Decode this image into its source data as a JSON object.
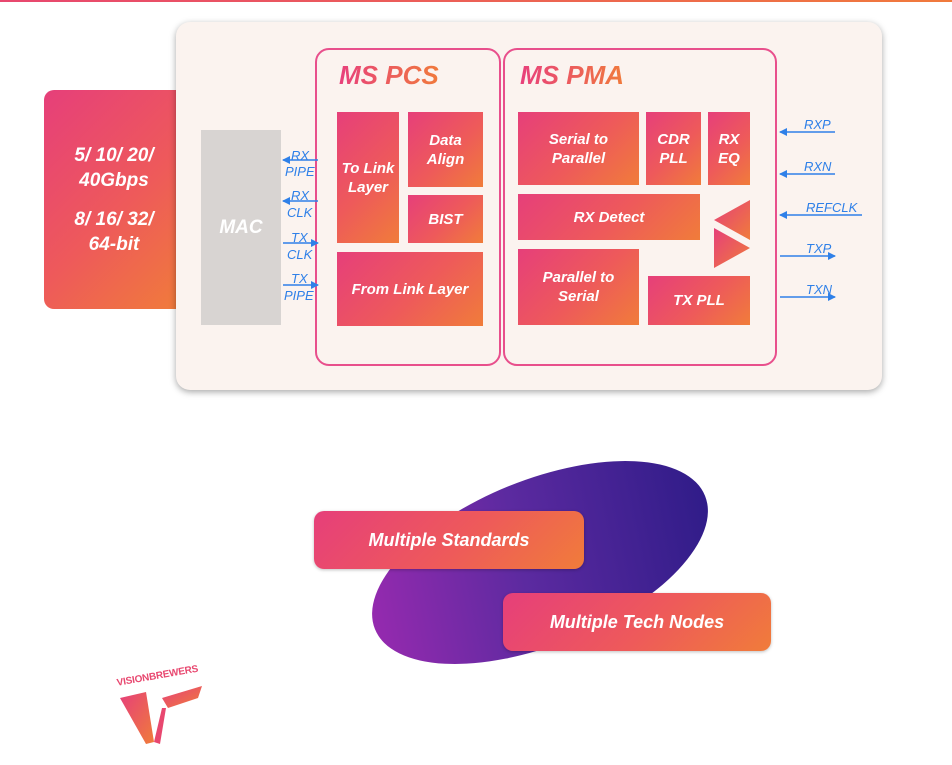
{
  "speed_box": {
    "rates": [
      "5/ 10/ 20/",
      "40Gbps"
    ],
    "widths": [
      "8/ 16/ 32/",
      "64-bit"
    ]
  },
  "mac": {
    "label": "MAC"
  },
  "interface_labels": [
    "RX",
    "PIPE",
    "RX",
    "CLK",
    "TX",
    "CLK",
    "TX",
    "PIPE"
  ],
  "pcs": {
    "title": "MS PCS",
    "to_link": "To Link\nLayer",
    "data_align": "Data\nAlign",
    "bist": "BIST",
    "from_link": "From Link Layer"
  },
  "pma": {
    "title": "MS PMA",
    "serial_to_parallel": "Serial to\nParallel",
    "cdr_pll": "CDR\nPLL",
    "rx_eq": "RX\nEQ",
    "rx_detect": "RX Detect",
    "parallel_to_serial": "Parallel to\nSerial",
    "tx_pll": "TX PLL"
  },
  "io_labels": [
    "RXP",
    "RXN",
    "REFCLK",
    "TXP",
    "TXN"
  ],
  "highlights": {
    "standards": "Multiple Standards",
    "tech_nodes": "Multiple Tech Nodes"
  },
  "logo": {
    "text": "VISIONBREWERS"
  },
  "colors": {
    "gradient_start": "#e63f7a",
    "gradient_end": "#f07c3a",
    "arrow_blue": "#2f80e8",
    "mac_gray": "#d8d4d2",
    "ellipse_purple": "#5c2aa0"
  }
}
